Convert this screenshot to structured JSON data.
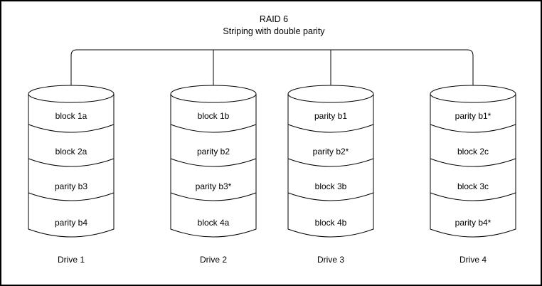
{
  "title": {
    "line1": "RAID 6",
    "line2": "Striping with double parity"
  },
  "drives": [
    {
      "name": "Drive 1",
      "segments": [
        "block 1a",
        "block 2a",
        "parity b3",
        "parity b4"
      ]
    },
    {
      "name": "Drive 2",
      "segments": [
        "block 1b",
        "parity b2",
        "parity b3*",
        "block 4a"
      ]
    },
    {
      "name": "Drive 3",
      "segments": [
        "parity b1",
        "parity b2*",
        "block 3b",
        "block 4b"
      ]
    },
    {
      "name": "Drive 4",
      "segments": [
        "parity b1*",
        "block 2c",
        "block 3c",
        "parity b4*"
      ]
    }
  ],
  "colors": {
    "stroke": "#000000",
    "background": "#ffffff",
    "text": "#000000",
    "border": "#000000"
  }
}
